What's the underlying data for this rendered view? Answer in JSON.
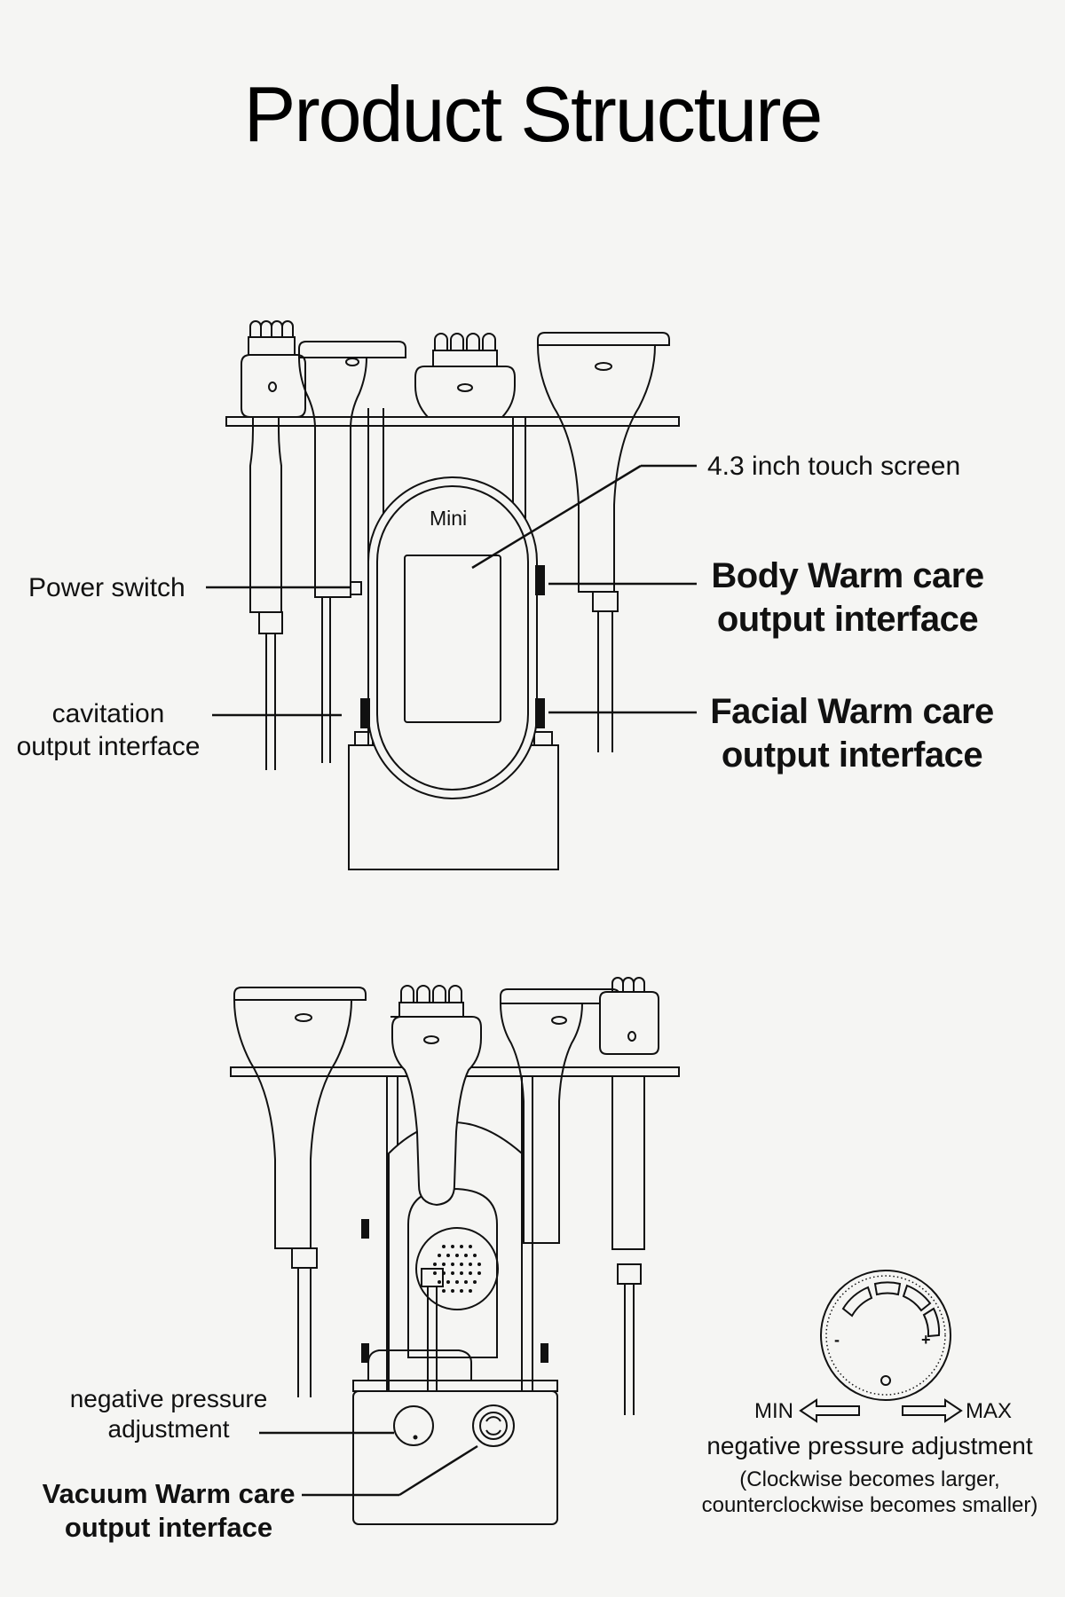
{
  "title": "Product Structure",
  "device_label": "Mini",
  "top_labels": {
    "touch_screen": "4.3 inch touch screen",
    "power_switch": "Power switch",
    "cavitation_line1": "cavitation",
    "cavitation_line2": "output  interface",
    "body_line1": "Body Warm care",
    "body_line2": "output interface",
    "facial_line1": "Facial Warm care",
    "facial_line2": "output interface"
  },
  "bottom_labels": {
    "negative_line1": "negative pressure",
    "negative_line2": "adjustment",
    "vacuum_line1": "Vacuum Warm care",
    "vacuum_line2": "output interface"
  },
  "knob": {
    "min_label": "MIN",
    "max_label": "MAX",
    "minus_sign": "-",
    "plus_sign": "+",
    "caption": "negative pressure adjustment",
    "note_line1": "(Clockwise becomes larger,",
    "note_line2": "counterclockwise becomes smaller)"
  },
  "icons": [
    "device-front-view",
    "device-back-view",
    "handpiece-icon",
    "knob-dial-icon",
    "arrow-left-icon",
    "arrow-right-icon"
  ]
}
